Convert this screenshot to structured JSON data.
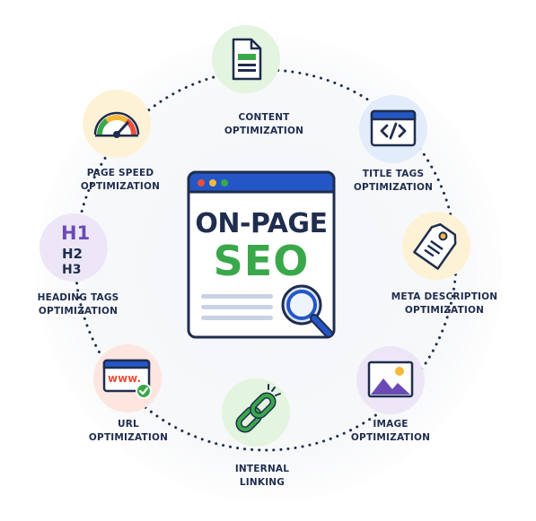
{
  "center": {
    "title_line1": "ON-PAGE",
    "title_line2": "SEO"
  },
  "nodes": [
    {
      "key": "content",
      "line1": "CONTENT",
      "line2": "OPTIMIZATION",
      "icon": "document-icon",
      "color": "#e3f4df"
    },
    {
      "key": "title-tags",
      "line1": "TITLE TAGS",
      "line2": "OPTIMIZATION",
      "icon": "code-window-icon",
      "color": "#e2ecfb"
    },
    {
      "key": "meta-description",
      "line1": "META DESCRIPTION",
      "line2": "OPTIMIZATION",
      "icon": "price-tag-icon",
      "color": "#fdf2d6"
    },
    {
      "key": "image",
      "line1": "IMAGE",
      "line2": "OPTIMIZATION",
      "icon": "image-icon",
      "color": "#ede6f7"
    },
    {
      "key": "internal-linking",
      "line1": "INTERNAL",
      "line2": "LINKING",
      "icon": "chain-link-icon",
      "color": "#e3f4df"
    },
    {
      "key": "url",
      "line1": "URL",
      "line2": "OPTIMIZATION",
      "icon": "www-browser-icon",
      "color": "#fde6df"
    },
    {
      "key": "heading-tags",
      "line1": "HEADING TAGS",
      "line2": "OPTIMIZATION",
      "icon": "heading-tags-icon",
      "color": "#ede6f7"
    },
    {
      "key": "page-speed",
      "line1": "PAGE SPEED",
      "line2": "OPTIMIZATION",
      "icon": "speedometer-icon",
      "color": "#fdf2d6"
    }
  ],
  "heading_icon_text": {
    "h1": "H1",
    "h2": "H2",
    "h3": "H3"
  },
  "url_icon_text": "www.",
  "colors": {
    "navy": "#1f2d4e",
    "blue": "#2457c5",
    "green": "#3aa84a",
    "purple": "#6a4bb3",
    "dots": "#1f2d4e"
  }
}
